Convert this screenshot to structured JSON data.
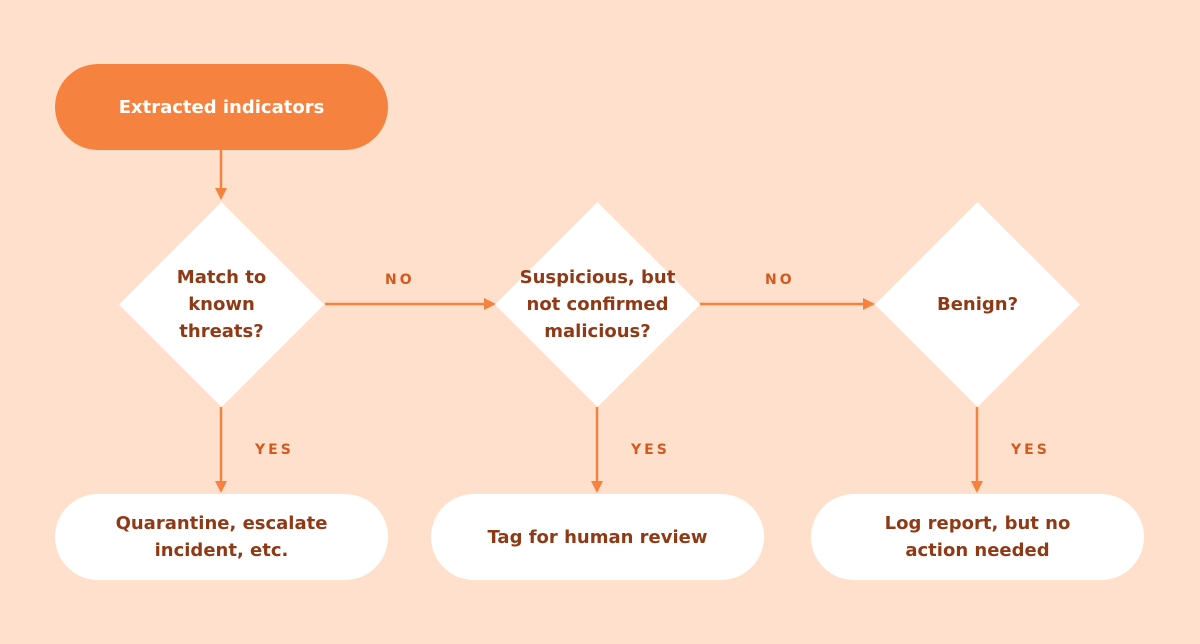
{
  "diagram": {
    "start": {
      "label": "Extracted indicators"
    },
    "decisions": [
      {
        "label": "Match to\nknown\nthreats?"
      },
      {
        "label": "Suspicious, but\nnot confirmed\nmalicious?"
      },
      {
        "label": "Benign?"
      }
    ],
    "outcomes": [
      {
        "label": "Quarantine, escalate\nincident, etc."
      },
      {
        "label": "Tag for human review"
      },
      {
        "label": "Log report, but no\naction needed"
      }
    ],
    "edge_labels": {
      "no_1": "NO",
      "no_2": "NO",
      "yes_1": "YES",
      "yes_2": "YES",
      "yes_3": "YES"
    }
  },
  "colors": {
    "background": "#ffe0cc",
    "accent": "#f5833f",
    "node_fill": "#ffffff",
    "node_text": "#8f3a17",
    "edge_label": "#d35a1e"
  }
}
